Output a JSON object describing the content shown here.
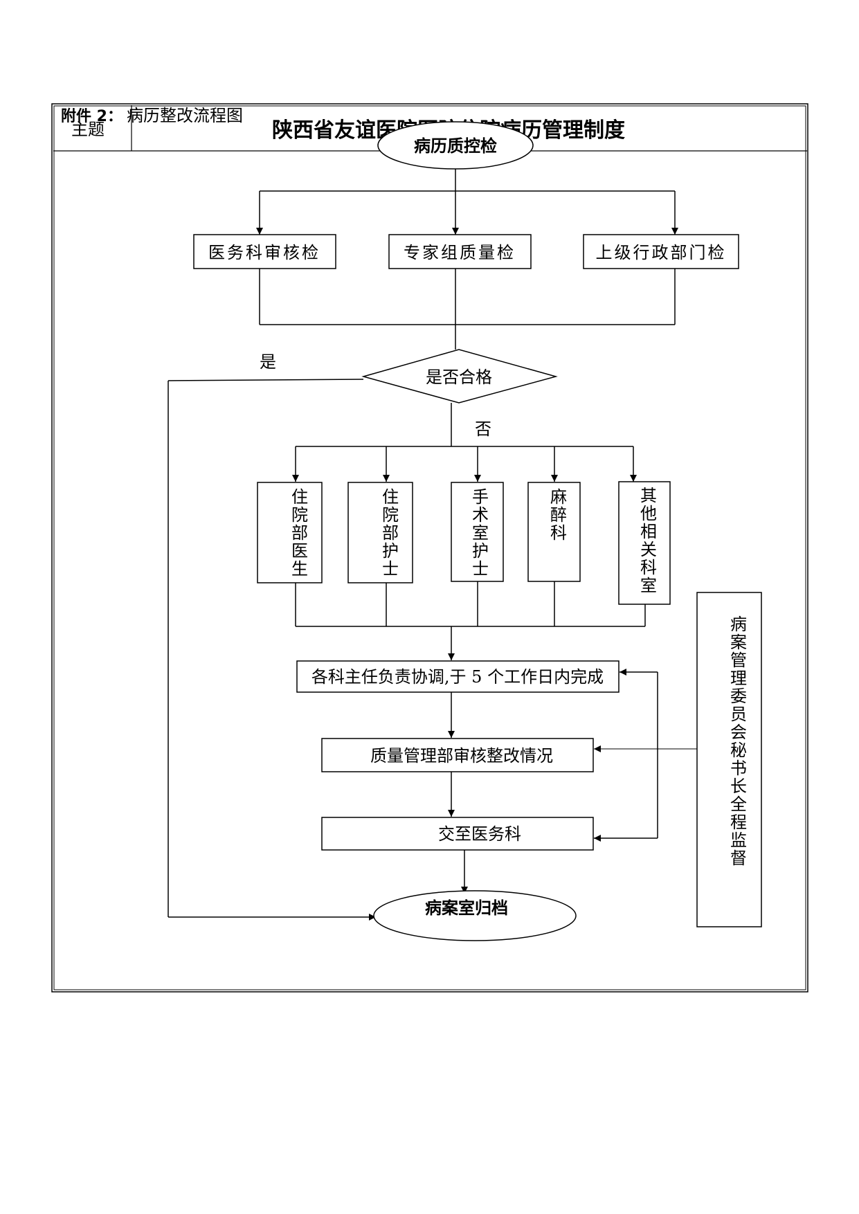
{
  "header": {
    "attachment_label": "附件 2：",
    "attachment_title": "病历整改流程图",
    "subject_label": "主题",
    "title": "陕西省友谊医院医院住院病历管理制度"
  },
  "flowchart": {
    "start": "病历质控检",
    "checks": [
      "医务科审核检",
      "专家组质量检",
      "上级行政部门检"
    ],
    "decision": "是否合格",
    "yes_label": "是",
    "no_label": "否",
    "departments": [
      "住院部医生",
      "住院部护士",
      "手术室护士",
      "麻醉科",
      "其他相关科室"
    ],
    "step_coordinate": "各科主任负责协调,于 5 个工作日内完成",
    "step_review": "质量管理部审核整改情况",
    "step_transfer": "交至医务科",
    "end": "病案室归档",
    "supervisor": "病案管理委员会秘书长全程监督"
  }
}
